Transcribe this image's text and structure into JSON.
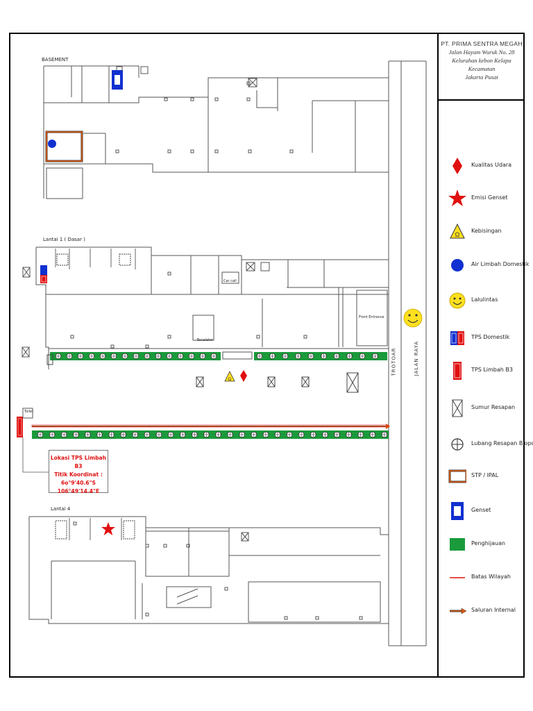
{
  "title_block": {
    "company": "PT. PRIMA SENTRA MEGAH",
    "address_line1": "Jalan Hayam Wuruk No. 28",
    "address_line2": "Kelurahan kebon Kelapa Kecamatan",
    "address_line3": "Jakarta Pusat"
  },
  "legend": [
    {
      "icon": "diamond-icon",
      "label": "Kualitas Udara"
    },
    {
      "icon": "star-icon",
      "label": "Emisi Genset"
    },
    {
      "icon": "warning-triangle-icon",
      "label": "Kebisingan"
    },
    {
      "icon": "blue-circle-icon",
      "label": "Air Limbah Domestik"
    },
    {
      "icon": "smiley-icon",
      "label": "Lalulintas"
    },
    {
      "icon": "tps-domestic-icon",
      "label": "TPS Domestik"
    },
    {
      "icon": "tps-b3-icon",
      "label": "TPS Limbah B3"
    },
    {
      "icon": "crossed-box-icon",
      "label": "Sumur Resapan"
    },
    {
      "icon": "circle-cross-icon",
      "label": "Lubang Resapan Biopori"
    },
    {
      "icon": "stp-box-icon",
      "label": "STP / IPAL"
    },
    {
      "icon": "genset-box-icon",
      "label": "Genset"
    },
    {
      "icon": "green-box-icon",
      "label": "Penghijauan"
    },
    {
      "icon": "red-line-icon",
      "label": "Batas Wilayah"
    },
    {
      "icon": "arrow-line-icon",
      "label": "Saluran Internal"
    }
  ],
  "floors": {
    "basement": "BASEMENT",
    "ground": "Lantai 1 ( Dasar )",
    "fourth": "Lantai 4"
  },
  "room_labels": {
    "car_call": "Car call",
    "escalator": "Escalator",
    "front_entrance": "Front Entrance",
    "toilet": "Toilet"
  },
  "roads": {
    "sidewalk": "TROTOAR",
    "main_road": "JALAN RAYA"
  },
  "tps_callout": {
    "line1": "Lokasi TPS Limbah B3",
    "line2": "Titik Koordinat :",
    "line3": "6o°9'40.6\"S 106°49'14.4\"E"
  },
  "colors": {
    "red": "#e01010",
    "blue": "#1030d0",
    "green": "#1a9a3a",
    "orange": "#e05a10",
    "yellow": "#ffe020"
  }
}
